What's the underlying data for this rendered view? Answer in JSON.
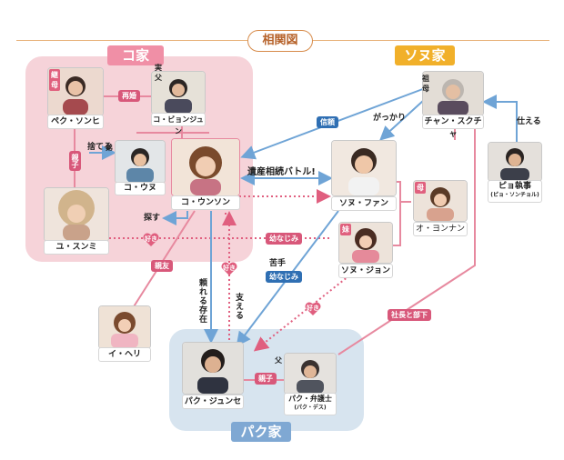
{
  "title": "相関図",
  "families": {
    "ko": "コ家",
    "sonu": "ソヌ家",
    "park": "パク家"
  },
  "colors": {
    "pink_box": "#f6d3d9",
    "blue_box": "#d7e4ef",
    "pink_line": "#e7899f",
    "blue_line": "#6fa4d6",
    "dotted_pink": "#e05f7f",
    "label_pink": "#f08fa6",
    "label_orange": "#f1b02a",
    "label_blue": "#7fa8d3"
  },
  "people": {
    "paek": {
      "name": "ペク・ソンヒ",
      "tag": "継母"
    },
    "ko_father": {
      "name": "コ・ビョンジュン",
      "tag": "実父"
    },
    "ko_uno": {
      "name": "コ・ウヌ",
      "tag": "弟"
    },
    "ko_unson": {
      "name": "コ・ウンソン"
    },
    "yu_sumi": {
      "name": "ユ・スンミ"
    },
    "i_heri": {
      "name": "イ・ヘリ"
    },
    "chan": {
      "name": "チャン・スクチャ",
      "tag": "祖母"
    },
    "sonu_fan": {
      "name": "ソヌ・ファン"
    },
    "o_yonan": {
      "name": "オ・ヨンナン",
      "tag": "母"
    },
    "sonu_jon": {
      "name": "ソヌ・ジョン",
      "tag": "妹"
    },
    "pyo": {
      "name": "ピョ執事",
      "sub": "(ピョ・ソンチョル)"
    },
    "park_junse": {
      "name": "パク・ジュンセ"
    },
    "park_lawyer": {
      "name": "パク・弁護士",
      "sub": "(パク・デス)",
      "tag": "父"
    }
  },
  "relations": {
    "remarriage": "再婚",
    "parent_child_left": "親子",
    "abandon": "捨てる",
    "search": "探す",
    "inheritance": "遺産相続バトル!",
    "trust": "信頼",
    "disappointed": "がっかり",
    "serve": "仕える",
    "childhood_friend_1": "幼なじみ",
    "childhood_friend_2": "幼なじみ",
    "like_1": "好き",
    "like_2": "好き",
    "like_3": "好き",
    "best_friend": "親友",
    "reliable": "頼れる存在",
    "support": "支える",
    "bad_at": "苦手",
    "boss_sub": "社長と部下",
    "parent_child_park": "親子"
  }
}
